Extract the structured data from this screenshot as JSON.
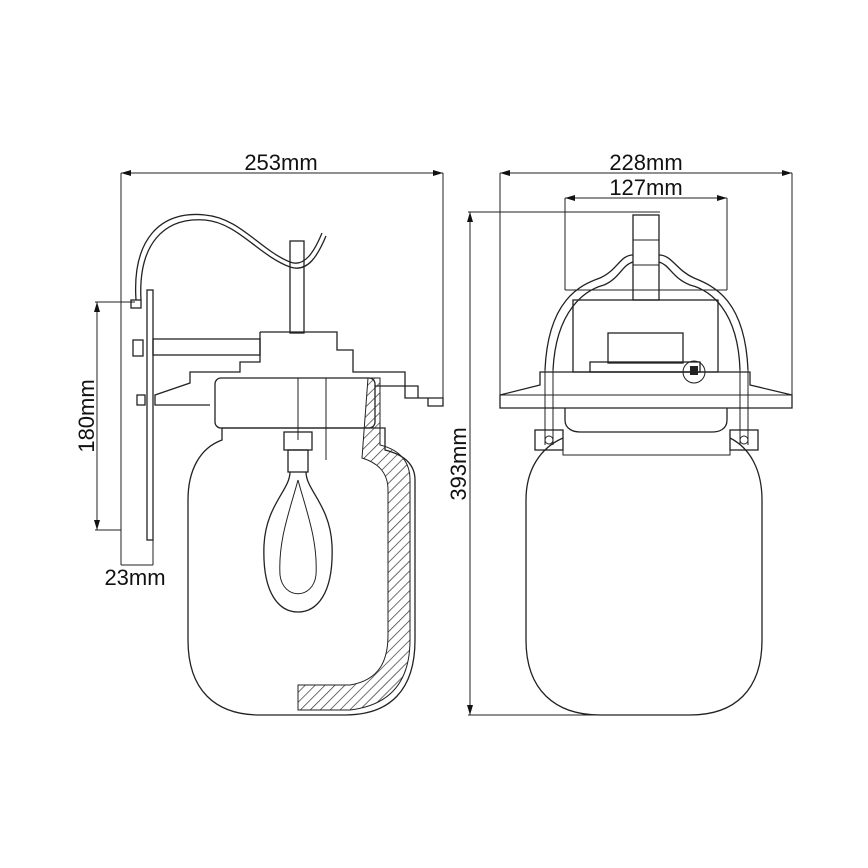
{
  "dimensions": {
    "side_width": "253mm",
    "front_width": "228mm",
    "front_inner_width": "127mm",
    "backplate_height": "180mm",
    "total_height": "393mm",
    "backplate_depth": "23mm"
  },
  "colors": {
    "line": "#222222",
    "background": "#ffffff"
  }
}
